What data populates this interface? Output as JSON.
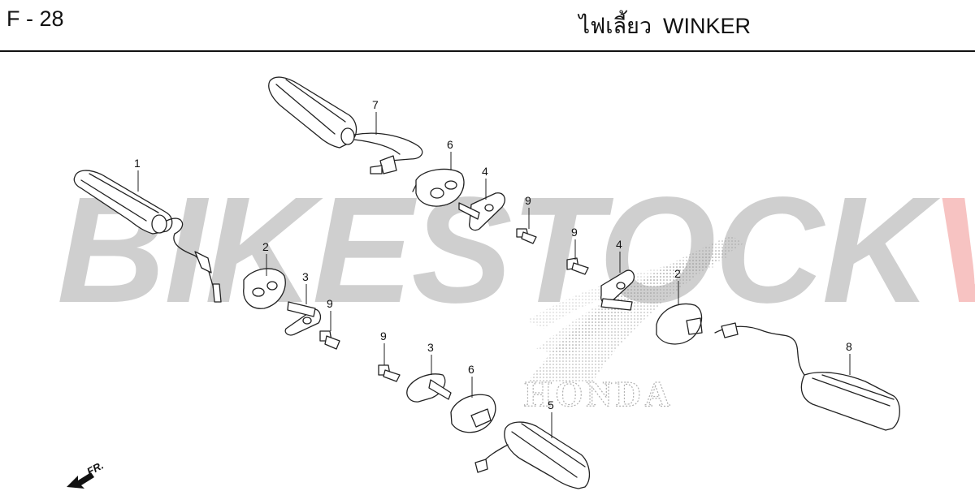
{
  "header": {
    "page_code": "F - 28",
    "title_thai": "ไฟเลี้ยว",
    "title_en": "WINKER"
  },
  "watermark": {
    "part_a": "BIKESTOCK",
    "part_b": "VN",
    "color_a": "#a0a0a0",
    "color_b": "#e53935"
  },
  "brand_mark": {
    "text": "HONDA"
  },
  "direction": {
    "label": "FR."
  },
  "callouts": [
    "1",
    "2",
    "3",
    "4",
    "5",
    "6",
    "7",
    "8",
    "9"
  ]
}
